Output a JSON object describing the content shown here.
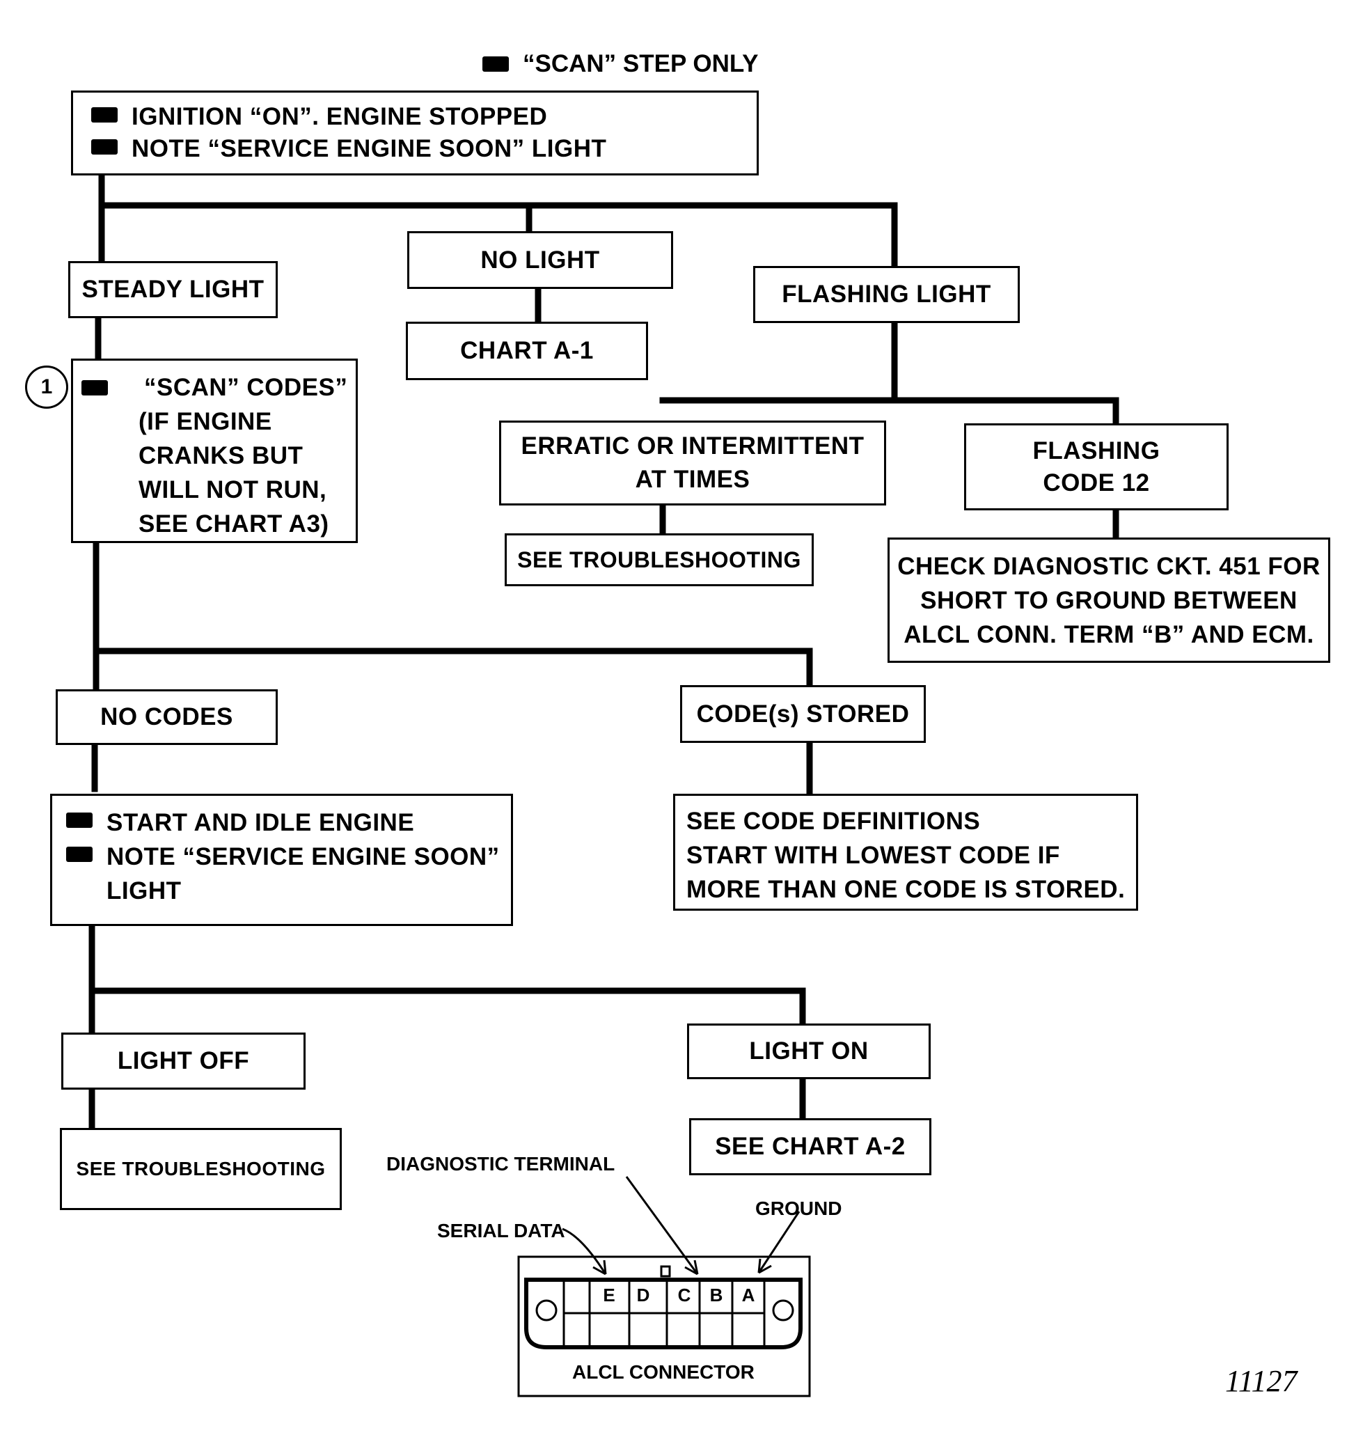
{
  "legend": {
    "text": "“SCAN” STEP ONLY"
  },
  "start_box": {
    "line1": "IGNITION “ON”.  ENGINE STOPPED",
    "line2": "NOTE “SERVICE ENGINE SOON” LIGHT"
  },
  "steady_light": "STEADY LIGHT",
  "no_light": "NO LIGHT",
  "chart_a1": "CHART A-1",
  "flashing_light": "FLASHING LIGHT",
  "step_marker": "1",
  "scan_codes_box": {
    "line1": "“SCAN” CODES”",
    "line2": "(IF ENGINE",
    "line3": "CRANKS BUT",
    "line4": "WILL NOT RUN,",
    "line5": "SEE CHART  A3)"
  },
  "erratic_box": {
    "line1": "ERRATIC OR INTERMITTENT",
    "line2": "AT TIMES"
  },
  "see_troubleshooting_1": "SEE TROUBLESHOOTING",
  "flashing_code_box": {
    "line1": "FLASHING",
    "line2": "CODE 12"
  },
  "check_diag_box": {
    "line1": "CHECK DIAGNOSTIC CKT. 451 FOR",
    "line2": "SHORT TO GROUND BETWEEN",
    "line3": "ALCL  CONN. TERM “B” AND ECM."
  },
  "no_codes": "NO CODES",
  "codes_stored": "CODE(s) STORED",
  "start_idle_box": {
    "line1": "START AND IDLE ENGINE",
    "line2": "NOTE “SERVICE ENGINE SOON”",
    "line3": "LIGHT"
  },
  "code_def_box": {
    "line1": "SEE CODE DEFINITIONS",
    "line2": "START WITH LOWEST CODE IF",
    "line3": "MORE THAN ONE CODE IS STORED."
  },
  "light_off": "LIGHT OFF",
  "light_on": "LIGHT ON",
  "see_troubleshooting_2": "SEE TROUBLESHOOTING",
  "see_chart_a2": "SEE CHART A-2",
  "connector": {
    "diagnostic_terminal": "DIAGNOSTIC TERMINAL",
    "ground": "GROUND",
    "serial_data": "SERIAL DATA",
    "pins": [
      "E",
      "D",
      "C",
      "B",
      "A"
    ],
    "caption": "ALCL  CONNECTOR"
  },
  "figure_number": "11127"
}
